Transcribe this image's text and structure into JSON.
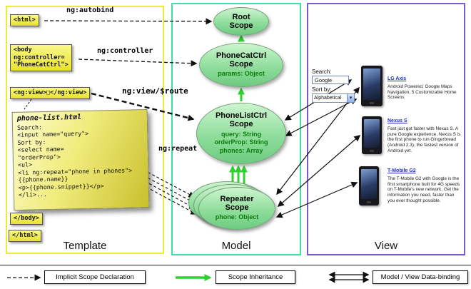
{
  "colors": {
    "template_border": "#efe93c",
    "model_border": "#3fe0a6",
    "view_border": "#7a5ad2",
    "tag_yellow": "#f0ea3c",
    "scope_green": "#8fdd9c",
    "inheritance_green": "#2fd12f",
    "link_blue": "#2333c0"
  },
  "icons": {
    "chevron_down": "▾"
  },
  "template": {
    "label": "Template",
    "html_open": "<html>",
    "body_open": "<body\nng:controller=\n\"PhoneCatCtrl\">",
    "ng_view": "<ng:view>□</ng:view>",
    "body_close": "</body>",
    "html_close": "</html>",
    "note": {
      "title": "phone-list.html",
      "lines": [
        "Search:",
        "<input name=\"query\">",
        "Sort by:",
        "<select name=",
        "\"orderProp\">",
        "<ul>",
        "<li ng:repeat=\"phone in phones\">",
        "{{phone.name}}",
        "<p>{{phone.snippet}}</p>",
        "</li>..."
      ]
    }
  },
  "model": {
    "label": "Model",
    "root_scope": {
      "title": "Root\nScope"
    },
    "phonecat_scope": {
      "title": "PhoneCatCtrl\nScope",
      "props": "params: Object"
    },
    "phonelist_scope": {
      "title": "PhoneListCtrl\nScope",
      "props": "query: String\norderProp: String\nphones: Array"
    },
    "repeater_scope": {
      "title": "Repeater\nScope",
      "props": "phone: Object"
    }
  },
  "view": {
    "label": "View",
    "search_label": "Search:",
    "search_value": "Google",
    "sort_label": "Sort by:",
    "sort_value": "Alphabetical",
    "phones": [
      {
        "name": "LG Axis",
        "desc": "Android Powered, Google Maps Navigation, 5 Customizable Home Screens"
      },
      {
        "name": "Nexus S",
        "desc": "Fast just got faster with Nexus S. A pure Google experience, Nexus S is the first phone to run Gingerbread (Android 2.3), the fastest version of Android yet."
      },
      {
        "name": "T-Mobile G2",
        "desc": "The T-Mobile G2 with Google is the first smartphone built for 4G speeds on T-Mobile's new network. Get the information you need, faster than you ever thought possible."
      }
    ]
  },
  "arrows": {
    "ng_autobind": "ng:autobind",
    "ng_controller": "ng:controller",
    "ng_view_route": "ng:view/$route",
    "ng_repeat": "ng:repeat"
  },
  "legend": {
    "implicit": "Implicit Scope Declaration",
    "inheritance": "Scope Inheritance",
    "databinding": "Model / View Data-binding"
  }
}
